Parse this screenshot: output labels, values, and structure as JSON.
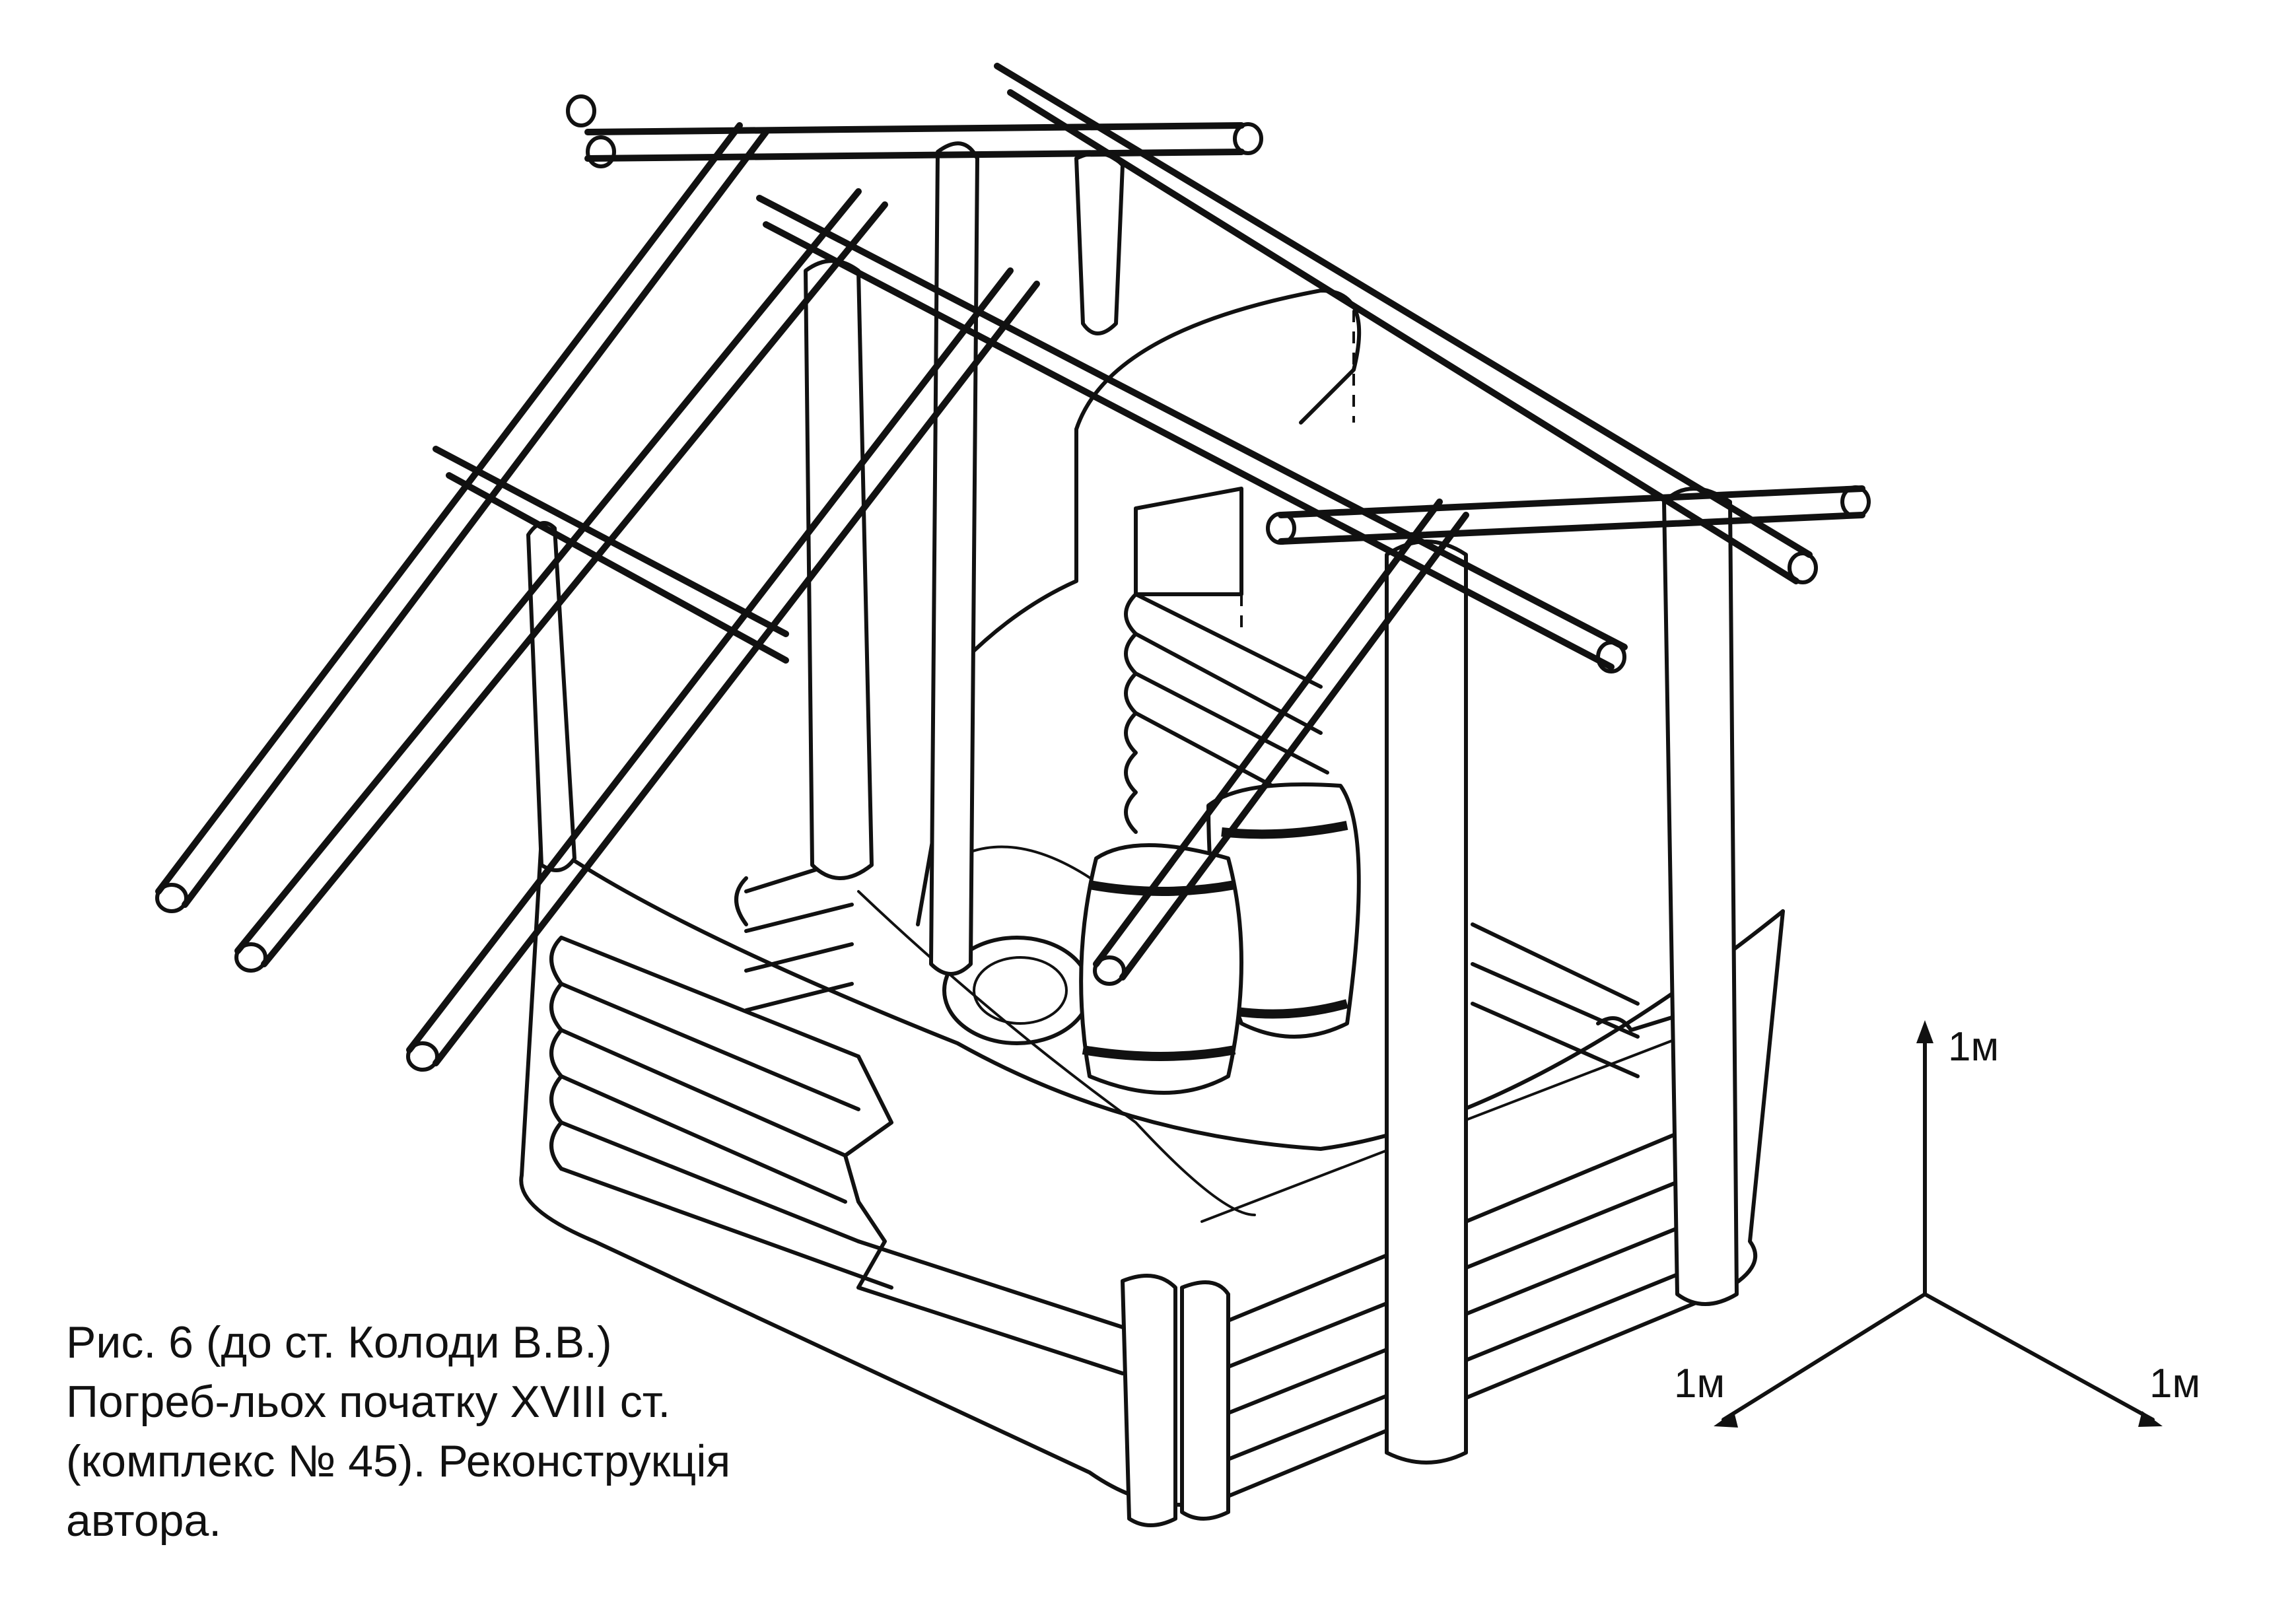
{
  "caption": {
    "line1": "Рис. 6  (до ст. Колоди В.В.)",
    "line2": "Погреб-льох початку XVIII ст.",
    "line3": "(комплекс № 45). Реконструкція",
    "line4": "автора."
  },
  "scale": {
    "vertical": "1м",
    "left": "1м",
    "right": "1м"
  }
}
